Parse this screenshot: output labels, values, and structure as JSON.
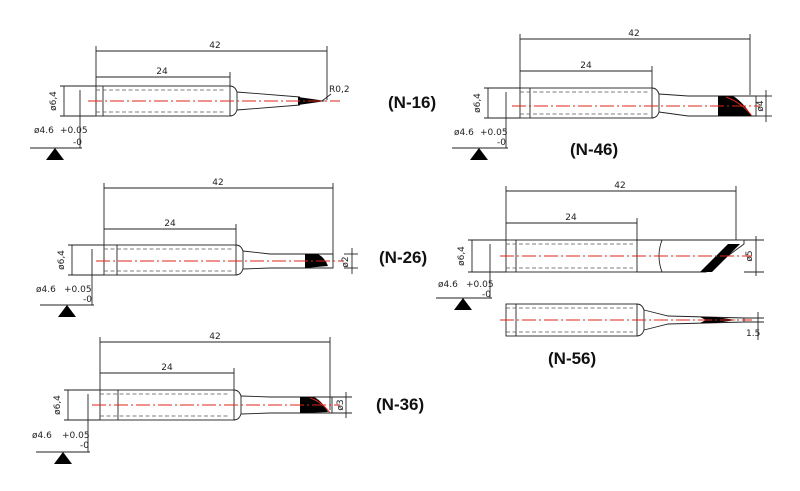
{
  "tips": [
    {
      "id": "n16",
      "label": "(N-16)",
      "len_total": "42",
      "len_shank": "24",
      "dia_body": "ø6,4",
      "dia_bore": "ø4.6",
      "tol_plus": "+0.05",
      "tol_minus": "-0",
      "tip_dim": "R0,2"
    },
    {
      "id": "n26",
      "label": "(N-26)",
      "len_total": "42",
      "len_shank": "24",
      "dia_body": "ø6,4",
      "dia_bore": "ø4.6",
      "tol_plus": "+0.05",
      "tol_minus": "-0",
      "tip_dim": "ø2"
    },
    {
      "id": "n36",
      "label": "(N-36)",
      "len_total": "42",
      "len_shank": "24",
      "dia_body": "ø6,4",
      "dia_bore": "ø4.6",
      "tol_plus": "+0.05",
      "tol_minus": "-0",
      "tip_dim": "ø3"
    },
    {
      "id": "n46",
      "label": "(N-46)",
      "len_total": "42",
      "len_shank": "24",
      "dia_body": "ø6,4",
      "dia_bore": "ø4.6",
      "tol_plus": "+0.05",
      "tol_minus": "-0",
      "tip_dim": "ø4"
    },
    {
      "id": "n56",
      "label": "(N-56)",
      "len_total": "42",
      "len_shank": "24",
      "dia_body": "ø6,4",
      "dia_bore": "ø4.6",
      "tol_plus": "+0.05",
      "tol_minus": "-0",
      "tip_dim": "ø5",
      "tip_dim_2": "1.5"
    }
  ],
  "colors": {
    "centerline": "#e0241a",
    "line": "#222222",
    "fill": "#000000"
  }
}
